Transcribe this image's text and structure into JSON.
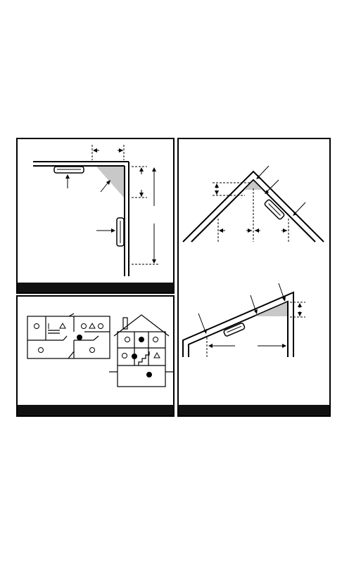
{
  "colors": {
    "line": "#000000",
    "dead_air": "#c8c8c8",
    "footer_bar": "#111111",
    "background": "#ffffff"
  },
  "panels": [
    {
      "name": "ceiling-wall-placement",
      "icon": "smoke-alarm-icon"
    },
    {
      "name": "floor-plan-placement",
      "icon": "house-icon"
    },
    {
      "name": "peaked-ceiling-placement",
      "icon": "peaked-roof-icon"
    },
    {
      "name": "sloped-ceiling-placement",
      "icon": "sloped-roof-icon"
    }
  ],
  "legend": {
    "symbols": [
      "circle",
      "triangle",
      "filled-circle"
    ]
  }
}
